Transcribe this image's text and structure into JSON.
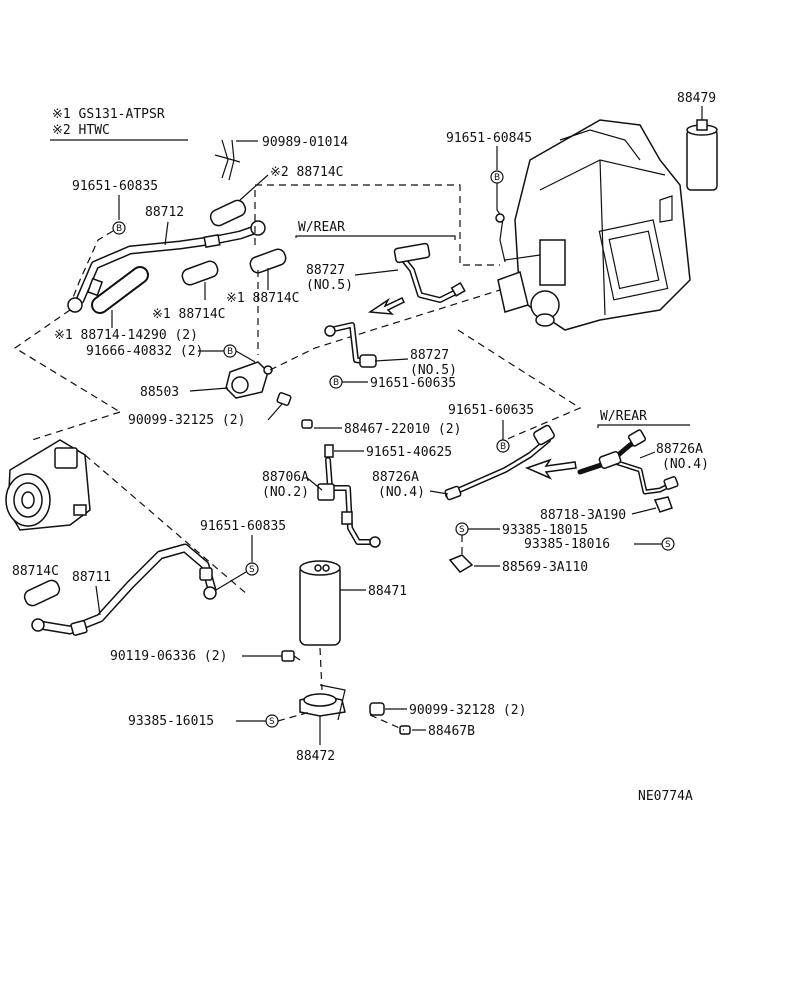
{
  "notes": {
    "note1": "※1 GS131-ATPSR",
    "note2": "※2 HTWC"
  },
  "figure_code": "NE0774A",
  "markers": {
    "b": "B",
    "s": "S"
  },
  "labels": {
    "p88479": "88479",
    "p90989": "90989-01014",
    "p91651_60845": "91651-60845",
    "p88714c_2": "※2 88714C",
    "p91651_60835_top": "91651-60835",
    "p88712": "88712",
    "wrear_top": "W/REAR",
    "p88727_a": "88727",
    "p88727_a_no": "(NO.5)",
    "p88714c_1a": "※1  88714C",
    "p88714c_1b": "※1  88714C",
    "p88714_14290": "※1  88714-14290 (2)",
    "p91666": "91666-40832 (2)",
    "p88727_b": "88727",
    "p88727_b_no": "(NO.5)",
    "p88503": "88503",
    "p91651_60635_a": "91651-60635",
    "p90099_32125": "90099-32125 (2)",
    "p88467_22010": "88467-22010 (2)",
    "p91651_60635_b": "91651-60635",
    "wrear_right": "W/REAR",
    "p91651_40625": "91651-40625",
    "p88706a": "88706A",
    "p88706a_no": "(NO.2)",
    "p88726a_a": "88726A",
    "p88726a_a_no": "(NO.4)",
    "p88726a_b": "88726A",
    "p88726a_b_no": "(NO.4)",
    "p88718": "88718-3A190",
    "p91651_60835_mid": "91651-60835",
    "p93385_18015": "93385-18015",
    "p93385_18016": "93385-18016",
    "p88714c_left": "88714C",
    "p88711": "88711",
    "p88569": "88569-3A110",
    "p88471": "88471",
    "p90119": "90119-06336 (2)",
    "p90099_32128": "90099-32128 (2)",
    "p93385_16015": "93385-16015",
    "p88467b": "88467B",
    "p88472": "88472"
  }
}
